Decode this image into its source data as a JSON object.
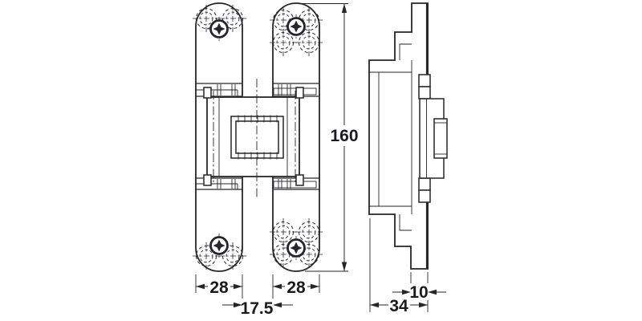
{
  "drawing": {
    "background_color": "#ffffff",
    "line_color": "#26262a",
    "dimensions": {
      "overall_height": "160",
      "left_leaf_width": "28",
      "right_leaf_width": "28",
      "leaf_offset": "17.5",
      "side_total_depth": "34",
      "side_plate_thickness": "10"
    }
  }
}
